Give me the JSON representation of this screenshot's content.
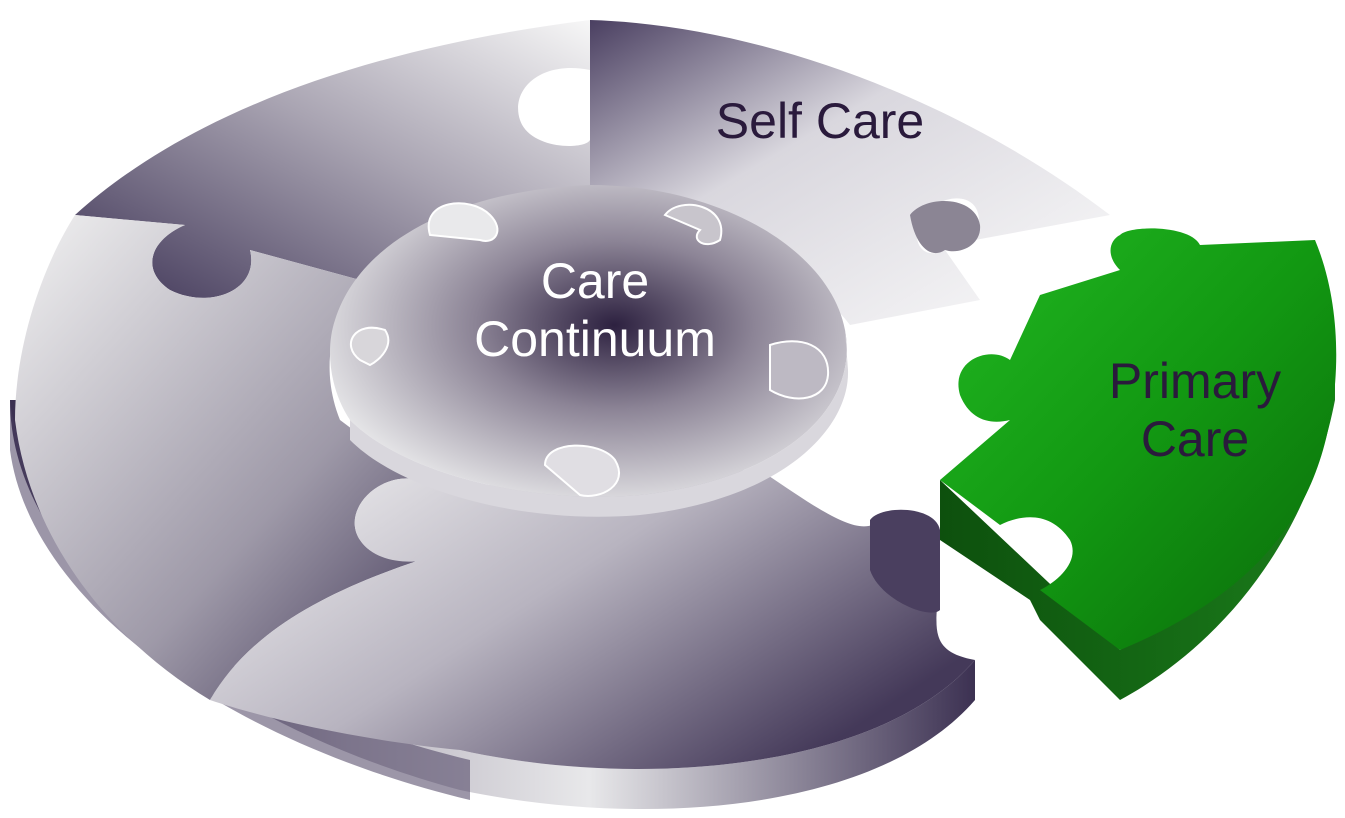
{
  "diagram": {
    "labels": {
      "self_care": "Self Care",
      "center_line1": "Care",
      "center_line2": "Continuum",
      "primary_line1": "Primary",
      "primary_line2": "Care"
    },
    "colors": {
      "text_dark": "#2a1a3c",
      "text_light": "#ffffff",
      "piece_purple_dark": "#453a5c",
      "piece_silver": "#f4f4f4",
      "piece_green": "#16a016",
      "piece_green_dark": "#0d4f0d"
    }
  }
}
